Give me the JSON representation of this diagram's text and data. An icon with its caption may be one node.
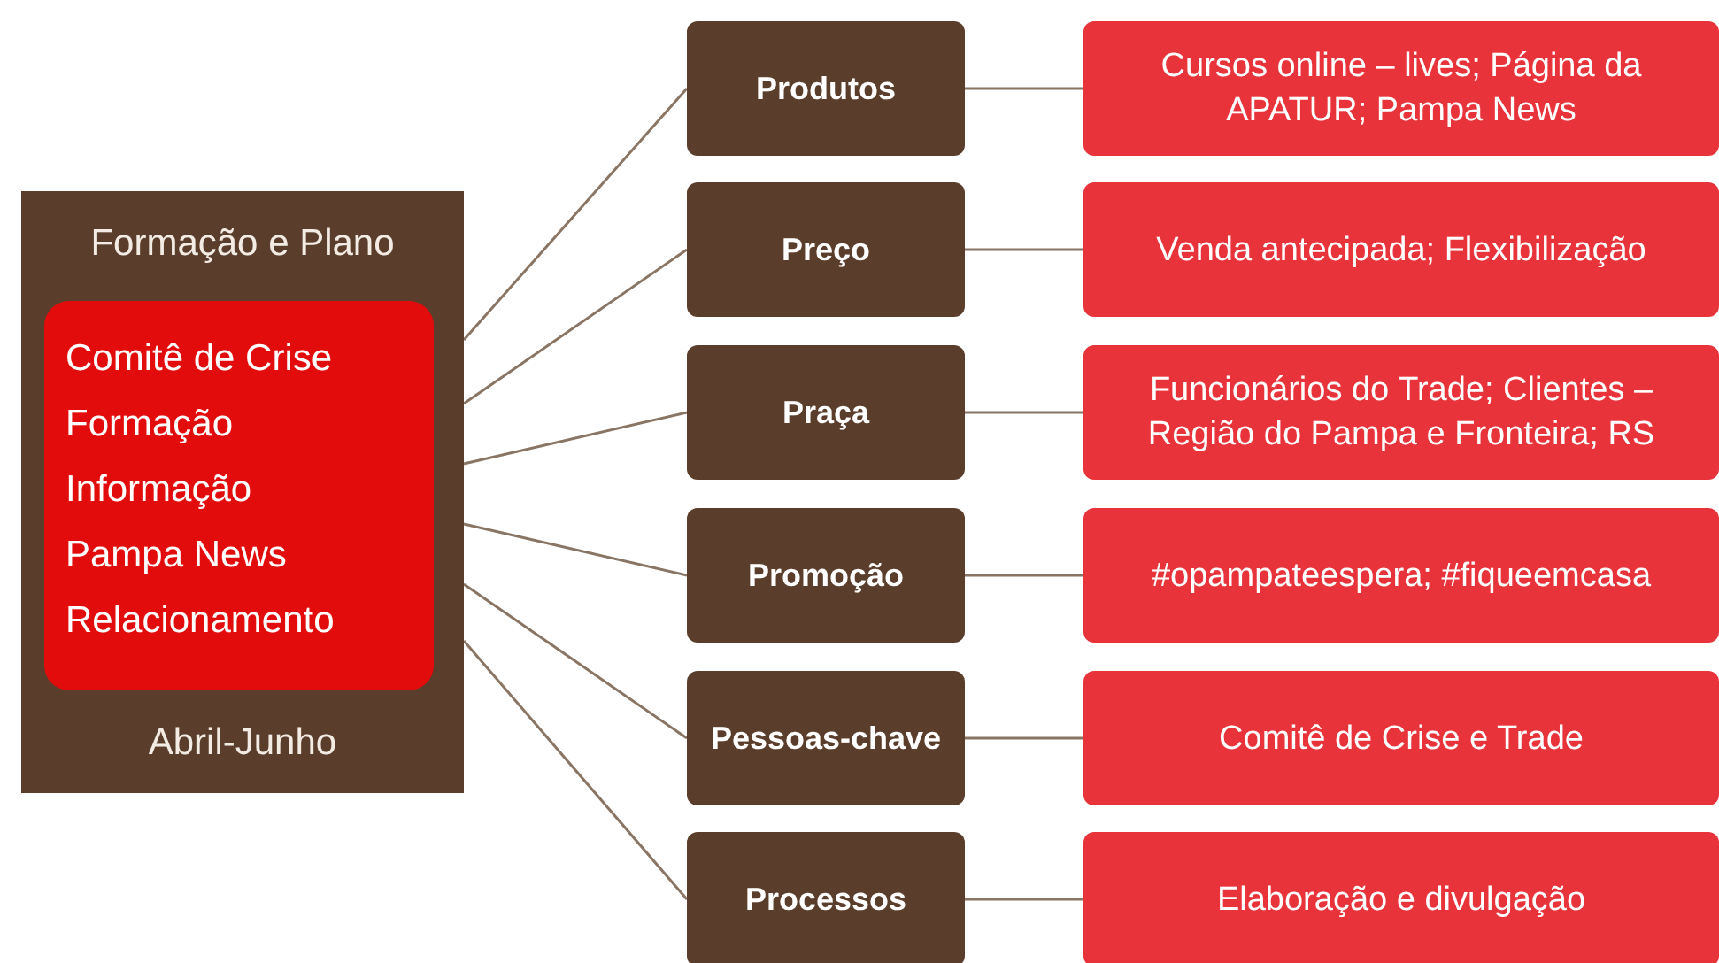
{
  "diagram": {
    "nodes": [
      {
        "text": [
          "Formação e Plano",
          "Abril-Junho"
        ]
      },
      {
        "text": [
          "Comitê de Crise",
          "Formação",
          "Informação",
          "Pampa News",
          "Relacionamento"
        ],
        "in": 0
      },
      {
        "text": [
          "Produtos"
        ]
      },
      {
        "text": [
          "Cursos online – lives; Página da APATUR; Pampa News"
        ]
      },
      {
        "text": [
          "Preço"
        ]
      },
      {
        "text": [
          "Venda antecipada; Flexibilização"
        ]
      },
      {
        "text": [
          "Praça"
        ]
      },
      {
        "text": [
          "Funcionários do Trade; Clientes – Região do Pampa e Fronteira; RS"
        ]
      },
      {
        "text": [
          "Promoção"
        ]
      },
      {
        "text": [
          "#opampateespera; #fiqueemcasa"
        ]
      },
      {
        "text": [
          "Pessoas-chave"
        ]
      },
      {
        "text": [
          "Comitê de Crise e Trade"
        ]
      },
      {
        "text": [
          "Processos"
        ]
      },
      {
        "text": [
          "Elaboração e divulgação"
        ]
      }
    ],
    "edges": [
      {
        "from": 0,
        "to": 2,
        "arrow": "none"
      },
      {
        "from": 2,
        "to": 3,
        "arrow": "none"
      },
      {
        "from": 0,
        "to": 4,
        "arrow": "none"
      },
      {
        "from": 4,
        "to": 5,
        "arrow": "none"
      },
      {
        "from": 0,
        "to": 6,
        "arrow": "none"
      },
      {
        "from": 6,
        "to": 7,
        "arrow": "none"
      },
      {
        "from": 0,
        "to": 8,
        "arrow": "none"
      },
      {
        "from": 8,
        "to": 9,
        "arrow": "none"
      },
      {
        "from": 0,
        "to": 10,
        "arrow": "none"
      },
      {
        "from": 10,
        "to": 11,
        "arrow": "none"
      },
      {
        "from": 0,
        "to": 12,
        "arrow": "none"
      },
      {
        "from": 12,
        "to": 13,
        "arrow": "none"
      }
    ]
  }
}
